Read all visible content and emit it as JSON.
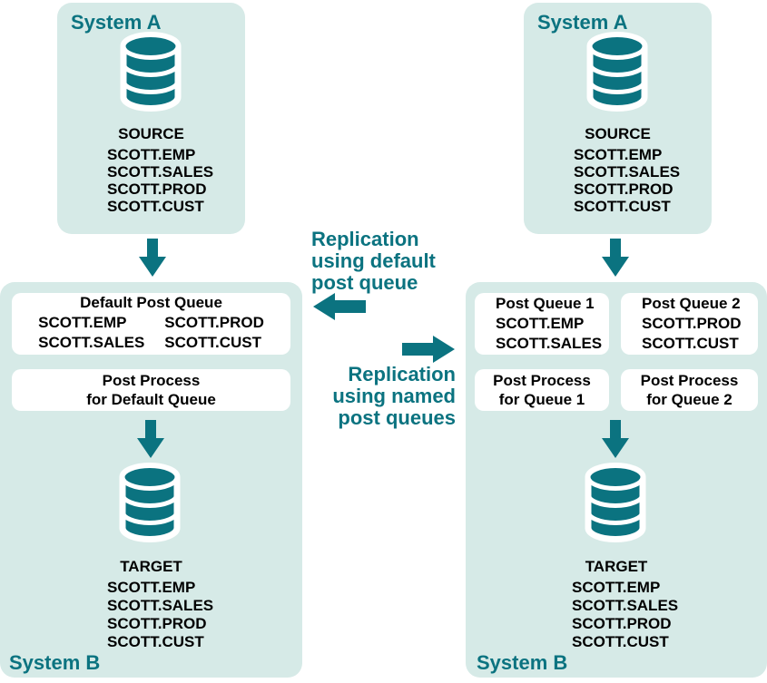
{
  "colors": {
    "teal": "#0b7380",
    "panel_bg": "#d6eae7",
    "box_bg": "#ffffff",
    "text": "#000000"
  },
  "left": {
    "system_a": {
      "title": "System A",
      "db_label": "SOURCE",
      "tables": [
        "SCOTT.EMP",
        "SCOTT.SALES",
        "SCOTT.PROD",
        "SCOTT.CUST"
      ]
    },
    "system_b": {
      "title": "System B",
      "queue_box": {
        "title": "Default Post Queue",
        "col1": [
          "SCOTT.EMP",
          "SCOTT.SALES"
        ],
        "col2": [
          "SCOTT.PROD",
          "SCOTT.CUST"
        ]
      },
      "process_box": {
        "line1": "Post Process",
        "line2": "for Default Queue"
      },
      "db_label": "TARGET",
      "tables": [
        "SCOTT.EMP",
        "SCOTT.SALES",
        "SCOTT.PROD",
        "SCOTT.CUST"
      ]
    }
  },
  "middle": {
    "default_label": {
      "line1": "Replication",
      "line2": "using default",
      "line3": "post queue"
    },
    "named_label": {
      "line1": "Replication",
      "line2": "using named",
      "line3": "post queues"
    }
  },
  "right": {
    "system_a": {
      "title": "System A",
      "db_label": "SOURCE",
      "tables": [
        "SCOTT.EMP",
        "SCOTT.SALES",
        "SCOTT.PROD",
        "SCOTT.CUST"
      ]
    },
    "system_b": {
      "title": "System B",
      "queue_box_1": {
        "title": "Post Queue 1",
        "tables": [
          "SCOTT.EMP",
          "SCOTT.SALES"
        ]
      },
      "queue_box_2": {
        "title": "Post Queue 2",
        "tables": [
          "SCOTT.PROD",
          "SCOTT.CUST"
        ]
      },
      "process_box_1": {
        "line1": "Post Process",
        "line2": "for Queue 1"
      },
      "process_box_2": {
        "line1": "Post Process",
        "line2": "for Queue 2"
      },
      "db_label": "TARGET",
      "tables": [
        "SCOTT.EMP",
        "SCOTT.SALES",
        "SCOTT.PROD",
        "SCOTT.CUST"
      ]
    }
  }
}
